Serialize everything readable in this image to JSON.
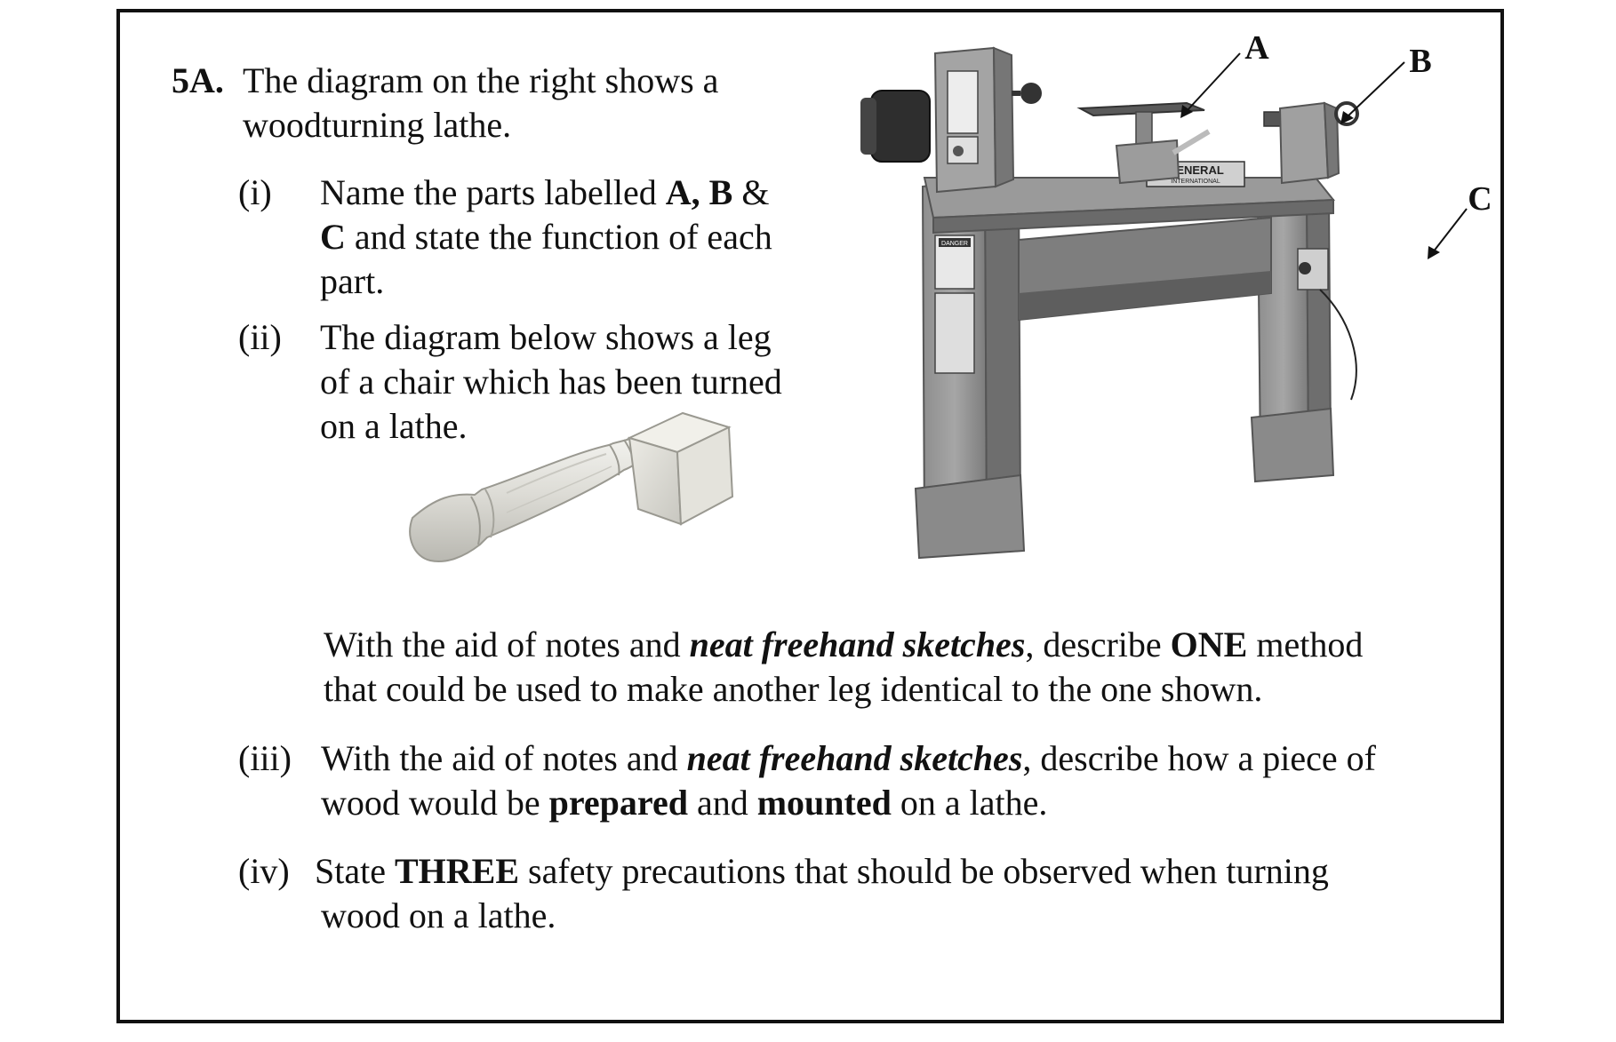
{
  "question": {
    "number": "5A.",
    "intro_line1": "The diagram on the right shows a",
    "intro_line2": "woodturning lathe.",
    "part_i": {
      "label": "(i)",
      "line1_a": "Name the parts labelled ",
      "line1_b": "A, B",
      "line1_c": " &",
      "line2_a": "C",
      "line2_b": " and state the function of each",
      "line3": "part."
    },
    "part_ii": {
      "label": "(ii)",
      "line1": "The diagram below shows a leg",
      "line2": "of a chair which has been turned",
      "line3": "on a lathe.",
      "task1_a": "With the aid of notes and ",
      "task1_b": "neat freehand sketches",
      "task1_c": ", describe ",
      "task1_d": "ONE",
      "task1_e": " method",
      "task2": "that could be used to make another leg identical to the one shown."
    },
    "part_iii": {
      "label": "(iii)",
      "line1_a": "With the aid of notes and ",
      "line1_b": "neat freehand sketches",
      "line1_c": ", describe how a piece of",
      "line2_a": "wood would be ",
      "line2_b": "prepared",
      "line2_c": " and ",
      "line2_d": "mounted",
      "line2_e": " on a lathe."
    },
    "part_iv": {
      "label": "(iv)",
      "line1_a": "State ",
      "line1_b": "THREE",
      "line1_c": " safety precautions that should be observed when turning",
      "line2": "wood on a lathe."
    }
  },
  "lathe_figure": {
    "labels": {
      "a": "A",
      "b": "B",
      "c": "C"
    },
    "brand_text": "GENERAL",
    "brand_subtext": "INTERNATIONAL",
    "warning_text": "DANGER"
  }
}
